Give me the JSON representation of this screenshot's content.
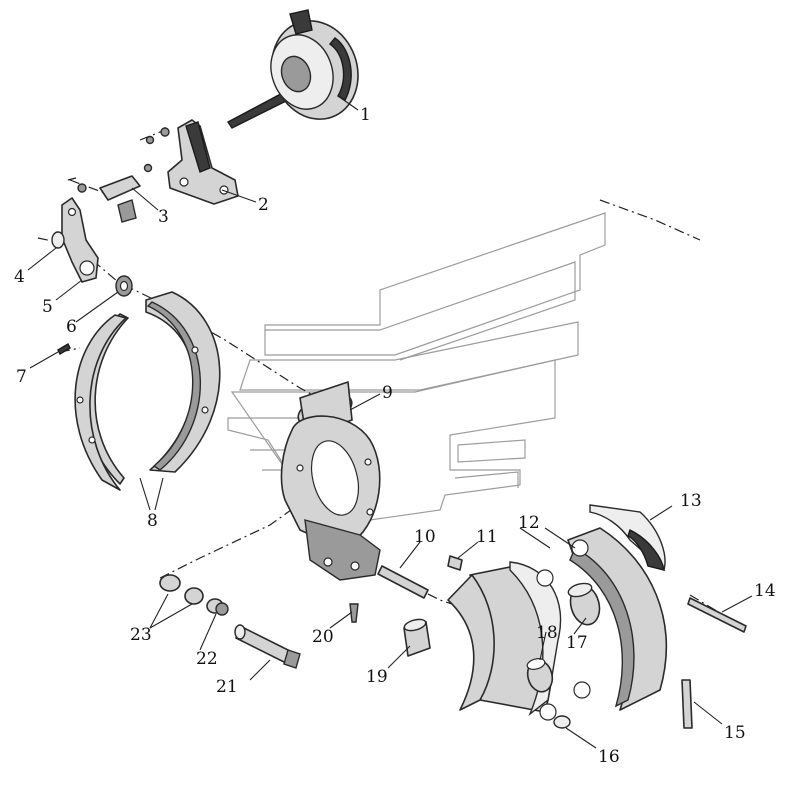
{
  "callouts": [
    {
      "id": "1",
      "text": "1"
    },
    {
      "id": "2",
      "text": "2"
    },
    {
      "id": "3",
      "text": "3"
    },
    {
      "id": "4",
      "text": "4"
    },
    {
      "id": "5",
      "text": "5"
    },
    {
      "id": "6",
      "text": "6"
    },
    {
      "id": "7",
      "text": "7"
    },
    {
      "id": "8",
      "text": "8"
    },
    {
      "id": "9",
      "text": "9"
    },
    {
      "id": "10",
      "text": "10"
    },
    {
      "id": "11",
      "text": "11"
    },
    {
      "id": "12",
      "text": "12"
    },
    {
      "id": "13",
      "text": "13"
    },
    {
      "id": "14",
      "text": "14"
    },
    {
      "id": "15",
      "text": "15"
    },
    {
      "id": "16",
      "text": "16"
    },
    {
      "id": "17",
      "text": "17"
    },
    {
      "id": "18",
      "text": "18"
    },
    {
      "id": "19",
      "text": "19"
    },
    {
      "id": "20",
      "text": "20"
    },
    {
      "id": "21",
      "text": "21"
    },
    {
      "id": "22",
      "text": "22"
    },
    {
      "id": "23",
      "text": "23"
    }
  ],
  "colors": {
    "line": "#2a2a2a",
    "part_fill": "#d4d4d4",
    "watermark": "#9c9c9c"
  }
}
